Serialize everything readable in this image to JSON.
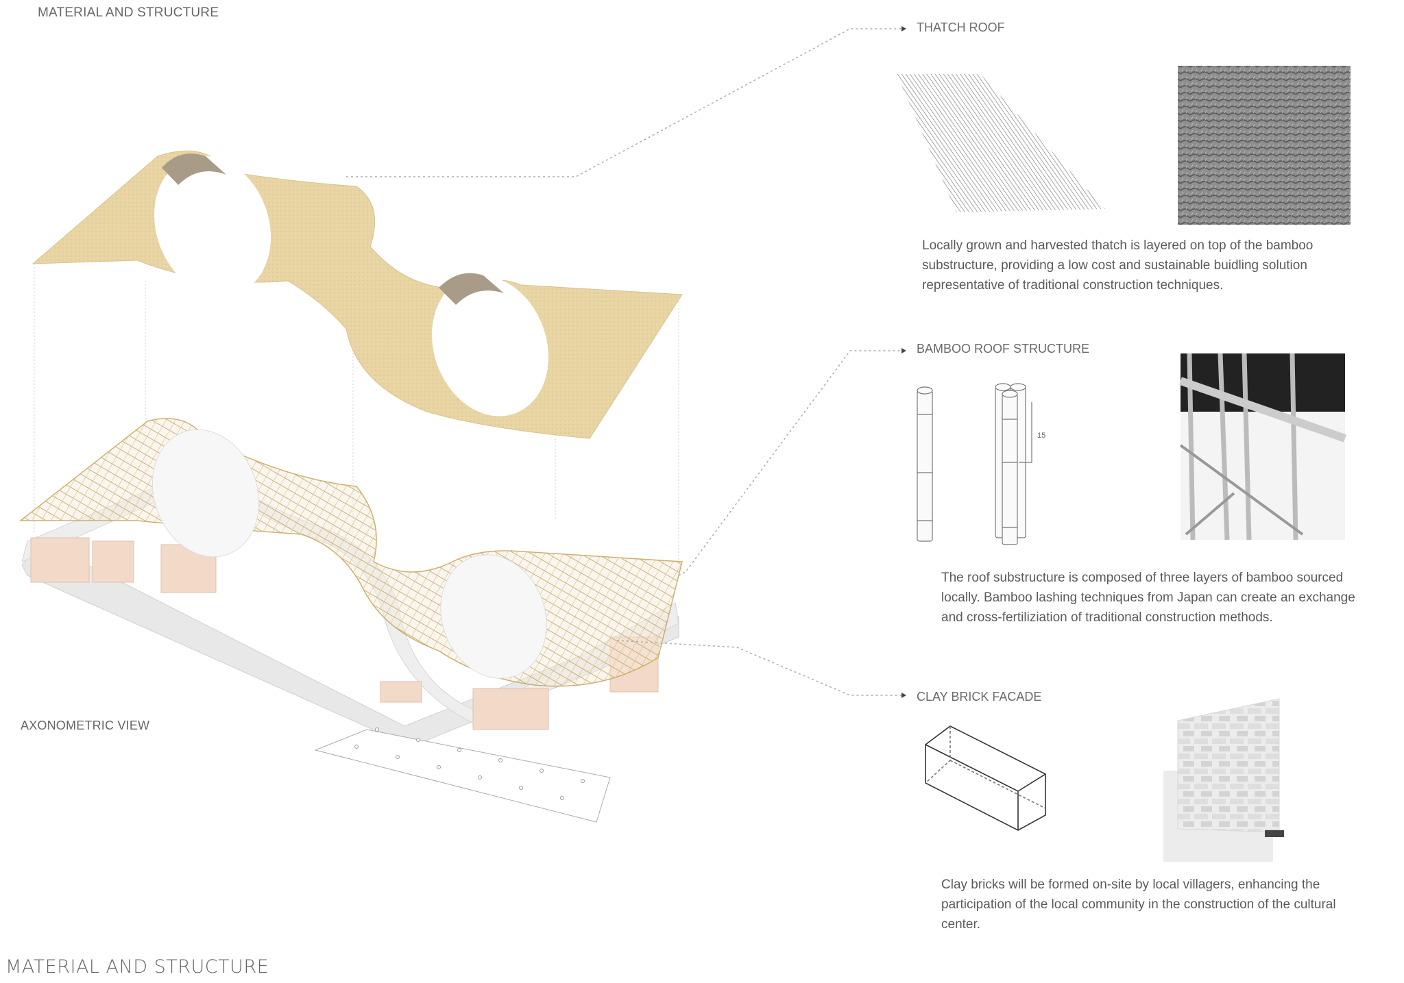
{
  "header": {
    "title": "MATERIAL AND STRUCTURE"
  },
  "axonometric": {
    "label": "AXONOMETRIC VIEW",
    "colors": {
      "thatch": "#e8d5a3",
      "thatch_shadow": "#a89c88",
      "bamboo_grid": "#c9a862",
      "floor_slab": "#e6e6e6",
      "clay_wall": "#f3d9c8"
    }
  },
  "sections": [
    {
      "id": "thatch-roof",
      "title": "THATCH ROOF",
      "description": [
        "Locally grown and harvested thatch is layered on top of the bamboo",
        "substructure, providing a low cost and sustainable buidling solution",
        "representative of traditional construction techniques."
      ],
      "images": [
        "thatch-sketch",
        "thatch-photo"
      ]
    },
    {
      "id": "bamboo-roof-structure",
      "title": "BAMBOO ROOF STRUCTURE",
      "dimension_label": "15",
      "description": [
        "The roof substructure is composed of three layers of bamboo sourced",
        "locally. Bamboo lashing techniques from Japan can create an exchange",
        "and cross-fertiliziation of traditional construction methods."
      ],
      "images": [
        "bamboo-single-pole",
        "bamboo-triple-pole",
        "bamboo-lashing-photo"
      ]
    },
    {
      "id": "clay-brick-facade",
      "title": "CLAY BRICK FACADE",
      "description": [
        "Clay bricks will be formed on-site by local villagers, enhancing the",
        "participation of the local community in the construction of the cultural",
        "center."
      ],
      "images": [
        "brick-wireframe",
        "brick-wall-render"
      ]
    }
  ],
  "footer": {
    "title": "MATERIAL AND STRUCTURE"
  }
}
